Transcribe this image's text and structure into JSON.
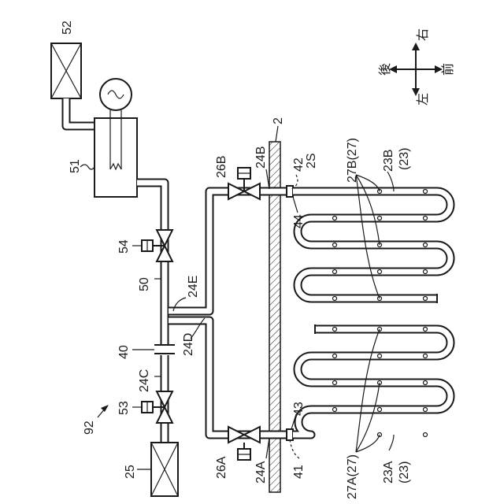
{
  "labels": {
    "l52": "52",
    "l51": "51",
    "l54": "54",
    "l50": "50",
    "l24E": "24E",
    "l40": "40",
    "l24D": "24D",
    "l24C": "24C",
    "l53": "53",
    "l92": "92",
    "l25": "25",
    "l26B": "26B",
    "l24B": "24B",
    "l26A": "26A",
    "l24A": "24A",
    "l2": "2",
    "l2S": "2S",
    "l42": "42",
    "l44": "44",
    "l43": "43",
    "l41": "41",
    "l27B": "27B(27)",
    "l23B": "23B",
    "l23Bp": "(23)",
    "l27A": "27A(27)",
    "l23A": "23A",
    "l23Ap": "(23)"
  },
  "compass": {
    "right": "右",
    "front": "前",
    "back": "後",
    "left": "左"
  }
}
